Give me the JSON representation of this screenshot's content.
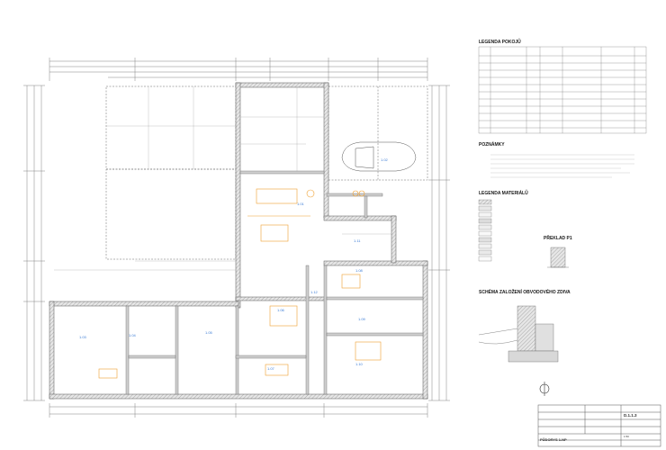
{
  "legend_rooms": {
    "title": "LEGENDA POKOJŮ"
  },
  "remarks": {
    "title": "POZNÁMKY"
  },
  "legend_materials": {
    "title": "LEGENDA MATERIÁLŮ"
  },
  "section_detail": {
    "title": "PŘEKLAD P1"
  },
  "foundation": {
    "title": "SCHÉMA ZALOŽENÍ OBVODOVÉHO ZDIVA"
  },
  "title_block": {
    "drawing_name": "PŮDORYS 1.NP",
    "sheet_no": "D.1.1.3",
    "scale": "1:50"
  },
  "rooms": [
    {
      "id": "r1",
      "label": "1.01"
    },
    {
      "id": "r2",
      "label": "1.02"
    },
    {
      "id": "r3",
      "label": "1.03"
    },
    {
      "id": "r4",
      "label": "1.04"
    },
    {
      "id": "r5",
      "label": "1.05"
    },
    {
      "id": "r6",
      "label": "1.06"
    },
    {
      "id": "r7",
      "label": "1.07"
    },
    {
      "id": "r8",
      "label": "1.08"
    },
    {
      "id": "r9",
      "label": "1.09"
    },
    {
      "id": "r10",
      "label": "1.10"
    },
    {
      "id": "r11",
      "label": "1.11"
    },
    {
      "id": "r12",
      "label": "1.12"
    }
  ],
  "colors": {
    "wall": "#7a7a7a",
    "wall_hatch": "#b8b8b8",
    "line": "#555555",
    "furniture": "#f0a030",
    "room_label": "#3a7bd5"
  }
}
